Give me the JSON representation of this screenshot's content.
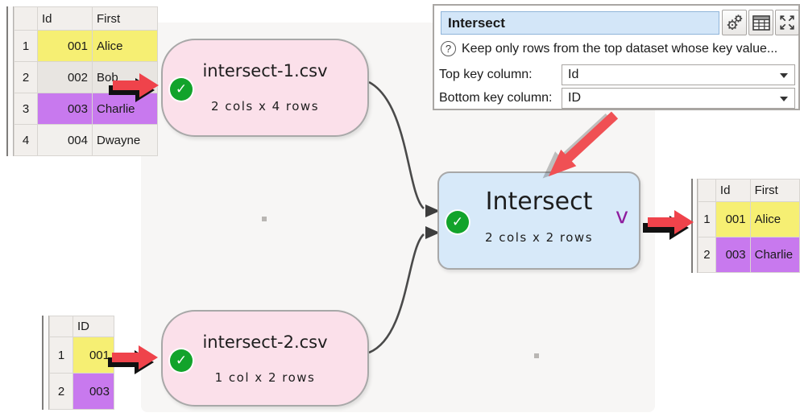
{
  "panel": {
    "title": "Intersect",
    "help_text": "Keep only rows from the top dataset whose key value...",
    "help_glyph": "?",
    "fields": [
      {
        "label": "Top key column:",
        "value": "Id"
      },
      {
        "label": "Bottom key column:",
        "value": "ID"
      }
    ],
    "icons": [
      "gear-icon",
      "table-icon",
      "expand-icon"
    ]
  },
  "nodes": {
    "input1": {
      "title": "intersect-1.csv",
      "subtitle": "2 cols x 4 rows",
      "status_icon": "check-icon",
      "check_glyph": "✓"
    },
    "input2": {
      "title": "intersect-2.csv",
      "subtitle": "1 col x 2 rows",
      "status_icon": "check-icon",
      "check_glyph": "✓"
    },
    "transform": {
      "title": "Intersect",
      "subtitle": "2 cols x 2 rows",
      "status_icon": "check-icon",
      "check_glyph": "✓",
      "chevron": "v"
    }
  },
  "tables": {
    "top_left": {
      "headers": [
        "Id",
        "First"
      ],
      "rows": [
        {
          "num": "1",
          "id": "001",
          "first": "Alice",
          "highlight": "yellow"
        },
        {
          "num": "2",
          "id": "002",
          "first": "Bob",
          "highlight": "none"
        },
        {
          "num": "3",
          "id": "003",
          "first": "Charlie",
          "highlight": "purple"
        },
        {
          "num": "4",
          "id": "004",
          "first": "Dwayne",
          "highlight": "none"
        }
      ]
    },
    "bottom_left": {
      "headers": [
        "ID"
      ],
      "rows": [
        {
          "num": "1",
          "id": "001",
          "highlight": "yellow"
        },
        {
          "num": "2",
          "id": "003",
          "highlight": "purple"
        }
      ]
    },
    "output": {
      "headers": [
        "Id",
        "First"
      ],
      "rows": [
        {
          "num": "1",
          "id": "001",
          "first": "Alice",
          "highlight": "yellow"
        },
        {
          "num": "2",
          "id": "003",
          "first": "Charlie",
          "highlight": "purple"
        }
      ]
    }
  },
  "colors": {
    "node_input_bg": "#fbe0ea",
    "node_transform_bg": "#d7e9f9",
    "check_green": "#12a32b",
    "chevron_purple": "#8e1d9e",
    "highlight_yellow": "#f6ef73",
    "highlight_purple": "#c879ee",
    "annotation_red": "#ef434b",
    "connector_gray": "#4a4a4a"
  }
}
